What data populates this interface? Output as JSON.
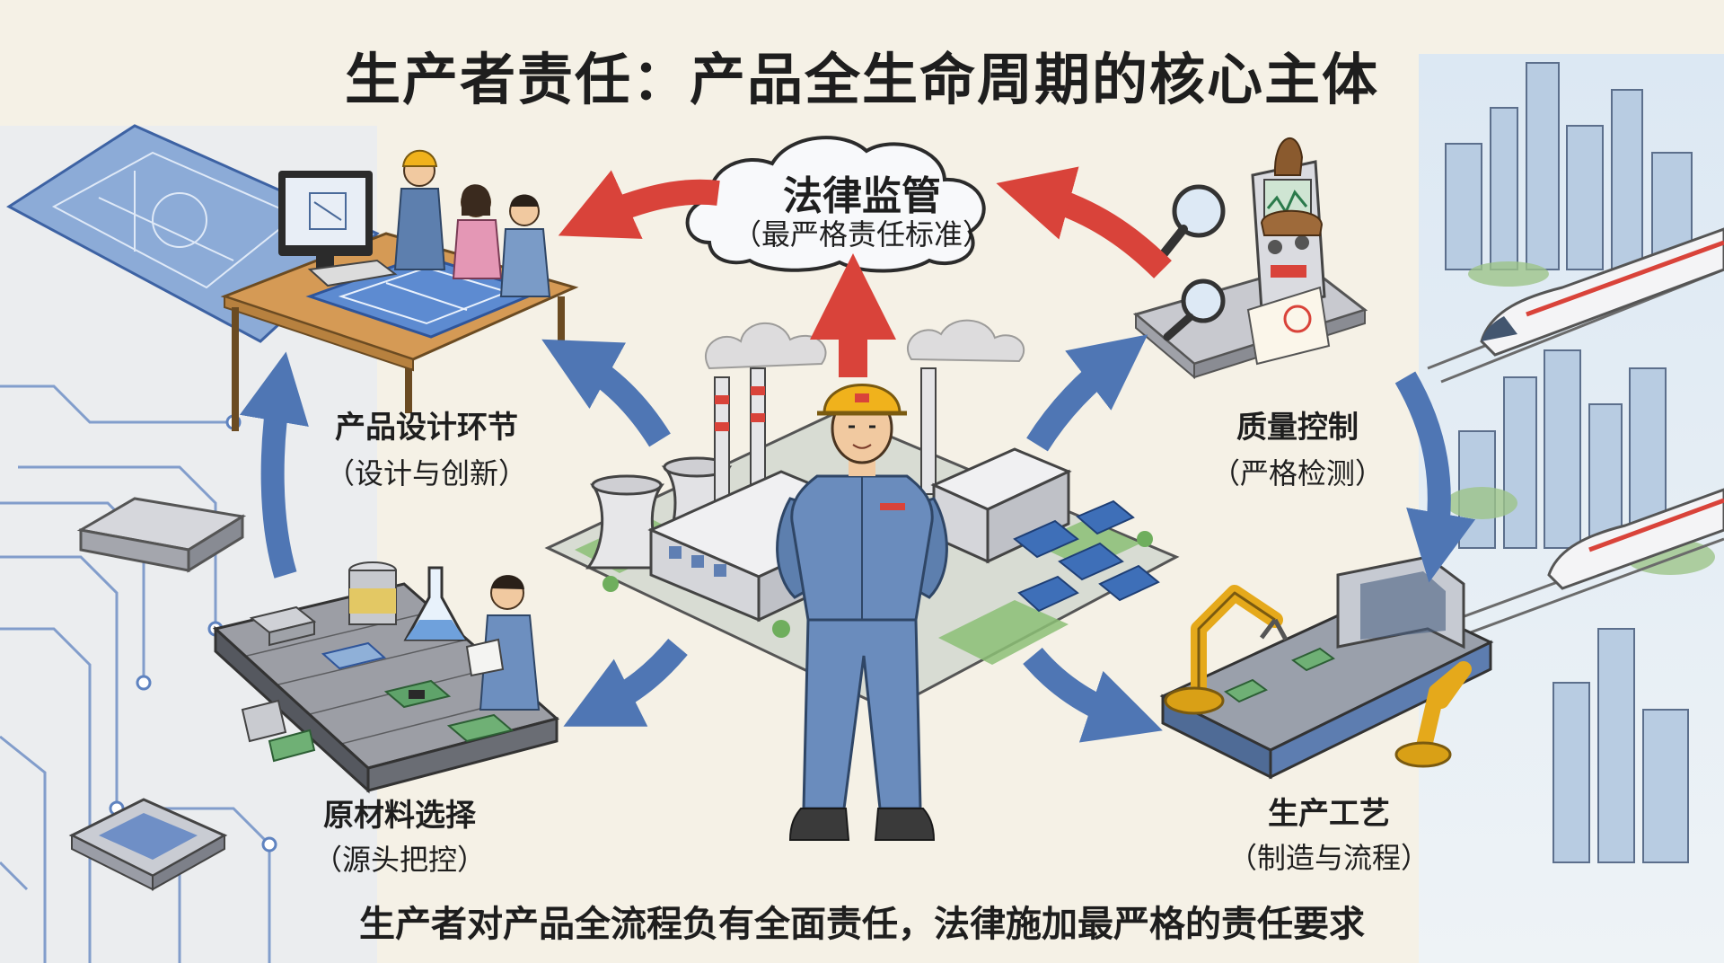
{
  "title": "生产者责任：产品全生命周期的核心主体",
  "subtitle": "生产者对产品全流程负有全面责任，法律施加最严格的责任要求",
  "center": {
    "label": "法律监管",
    "sublabel": "（最严格责任标准）"
  },
  "nodes": [
    {
      "id": "design",
      "label": "产品设计环节",
      "sublabel": "（设计与创新）"
    },
    {
      "id": "quality",
      "label": "质量控制",
      "sublabel": "（严格检测）"
    },
    {
      "id": "materials",
      "label": "原材料选择",
      "sublabel": "（源头把控）"
    },
    {
      "id": "process",
      "label": "生产工艺",
      "sublabel": "（制造与流程）"
    }
  ],
  "colors": {
    "background": "#f5f1e6",
    "arrow_red": "#d9433a",
    "arrow_blue": "#4f76b4",
    "blueprint": "#4d79c0",
    "uniform": "#5d7fae",
    "helmet": "#f0b21c",
    "robot_arm": "#e5a91b"
  },
  "icons": {
    "center_figure": "worker-in-hard-hat-icon",
    "factory": "factory-icon",
    "design": "design-desk-icon",
    "quality": "inspection-instruments-icon",
    "materials": "conveyor-materials-icon",
    "process": "robot-assembly-line-icon",
    "city": "city-and-train-icon"
  }
}
